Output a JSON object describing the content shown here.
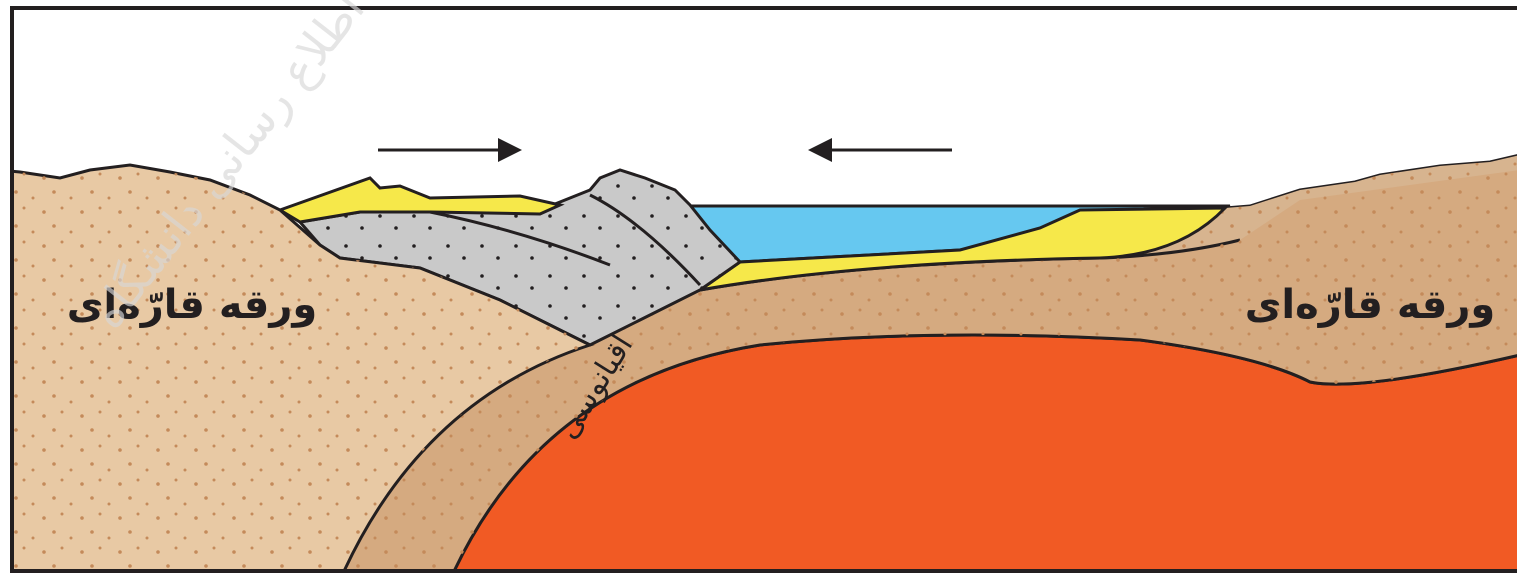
{
  "diagram": {
    "labels": {
      "left_plate": "ورقه قارّه‌ای",
      "right_plate": "ورقه قارّه‌ای",
      "oceanic_arc": "اقیانوسی"
    },
    "watermark_text": "اطلاع رسانی دانشگاه",
    "arrows": [
      {
        "direction": "right"
      },
      {
        "direction": "left"
      }
    ],
    "colors": {
      "continental_crust": "#e8c9a4",
      "continental_crust_right": "#d7b48f",
      "oceanic_crust": "#d5aa80",
      "mantle": "#f15a24",
      "sediment_yellow": "#f6e84a",
      "accretionary_gray": "#c9c9c9",
      "ocean_water": "#66c8f0",
      "outline": "#231f20"
    }
  }
}
